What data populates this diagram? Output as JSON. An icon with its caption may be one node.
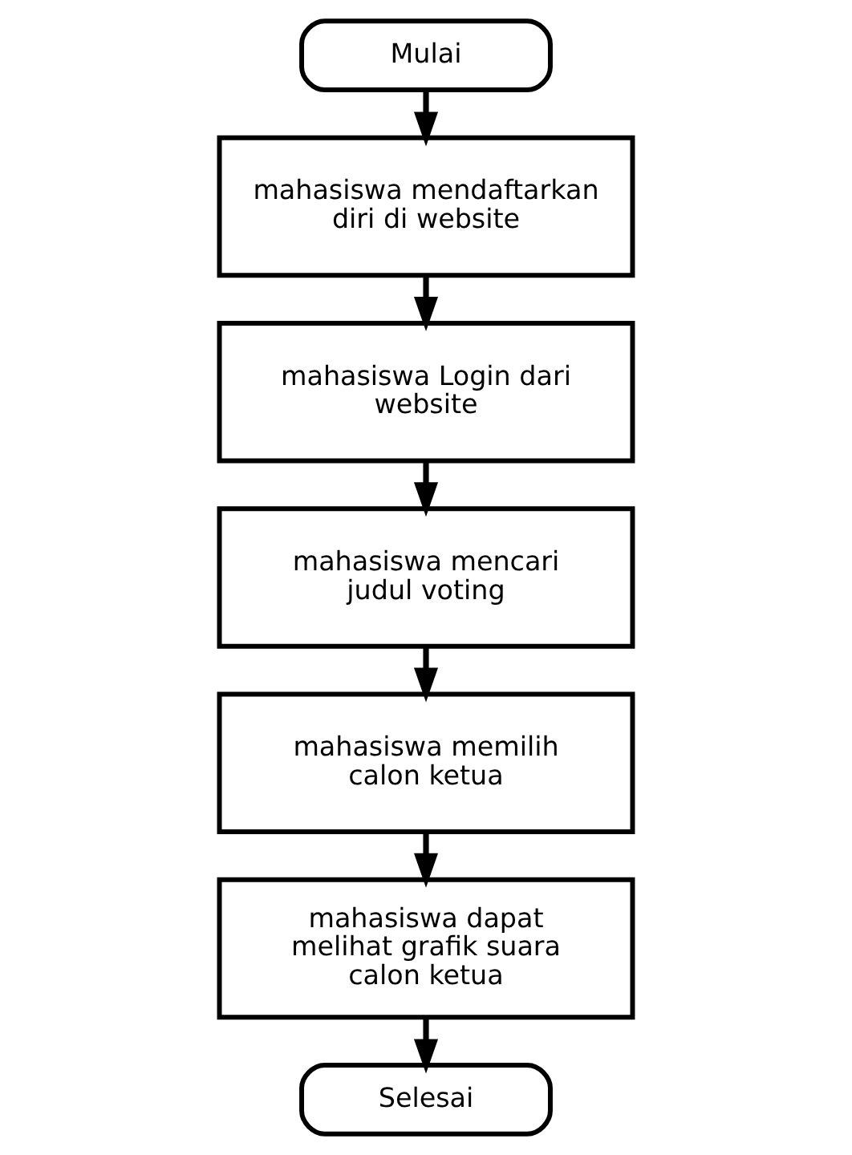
{
  "diagram": {
    "nodes": [
      {
        "text": [
          "Mulai"
        ]
      },
      {
        "text": [
          "mahasiswa mendaftarkan diri di website"
        ]
      },
      {
        "text": [
          "mahasiswa Login dari website"
        ]
      },
      {
        "text": [
          "mahasiswa mencari judul voting"
        ]
      },
      {
        "text": [
          "mahasiswa memilih calon ketua"
        ]
      },
      {
        "text": [
          "mahasiswa dapat melihat grafik suara calon ketua"
        ]
      },
      {
        "text": [
          "Selesai"
        ]
      }
    ],
    "edges": [
      {
        "from": 0,
        "to": 1,
        "arrow": "to"
      },
      {
        "from": 1,
        "to": 2,
        "arrow": "to"
      },
      {
        "from": 2,
        "to": 3,
        "arrow": "to"
      },
      {
        "from": 3,
        "to": 4,
        "arrow": "to"
      },
      {
        "from": 4,
        "to": 5,
        "arrow": "to"
      },
      {
        "from": 5,
        "to": 6,
        "arrow": "to"
      }
    ]
  }
}
